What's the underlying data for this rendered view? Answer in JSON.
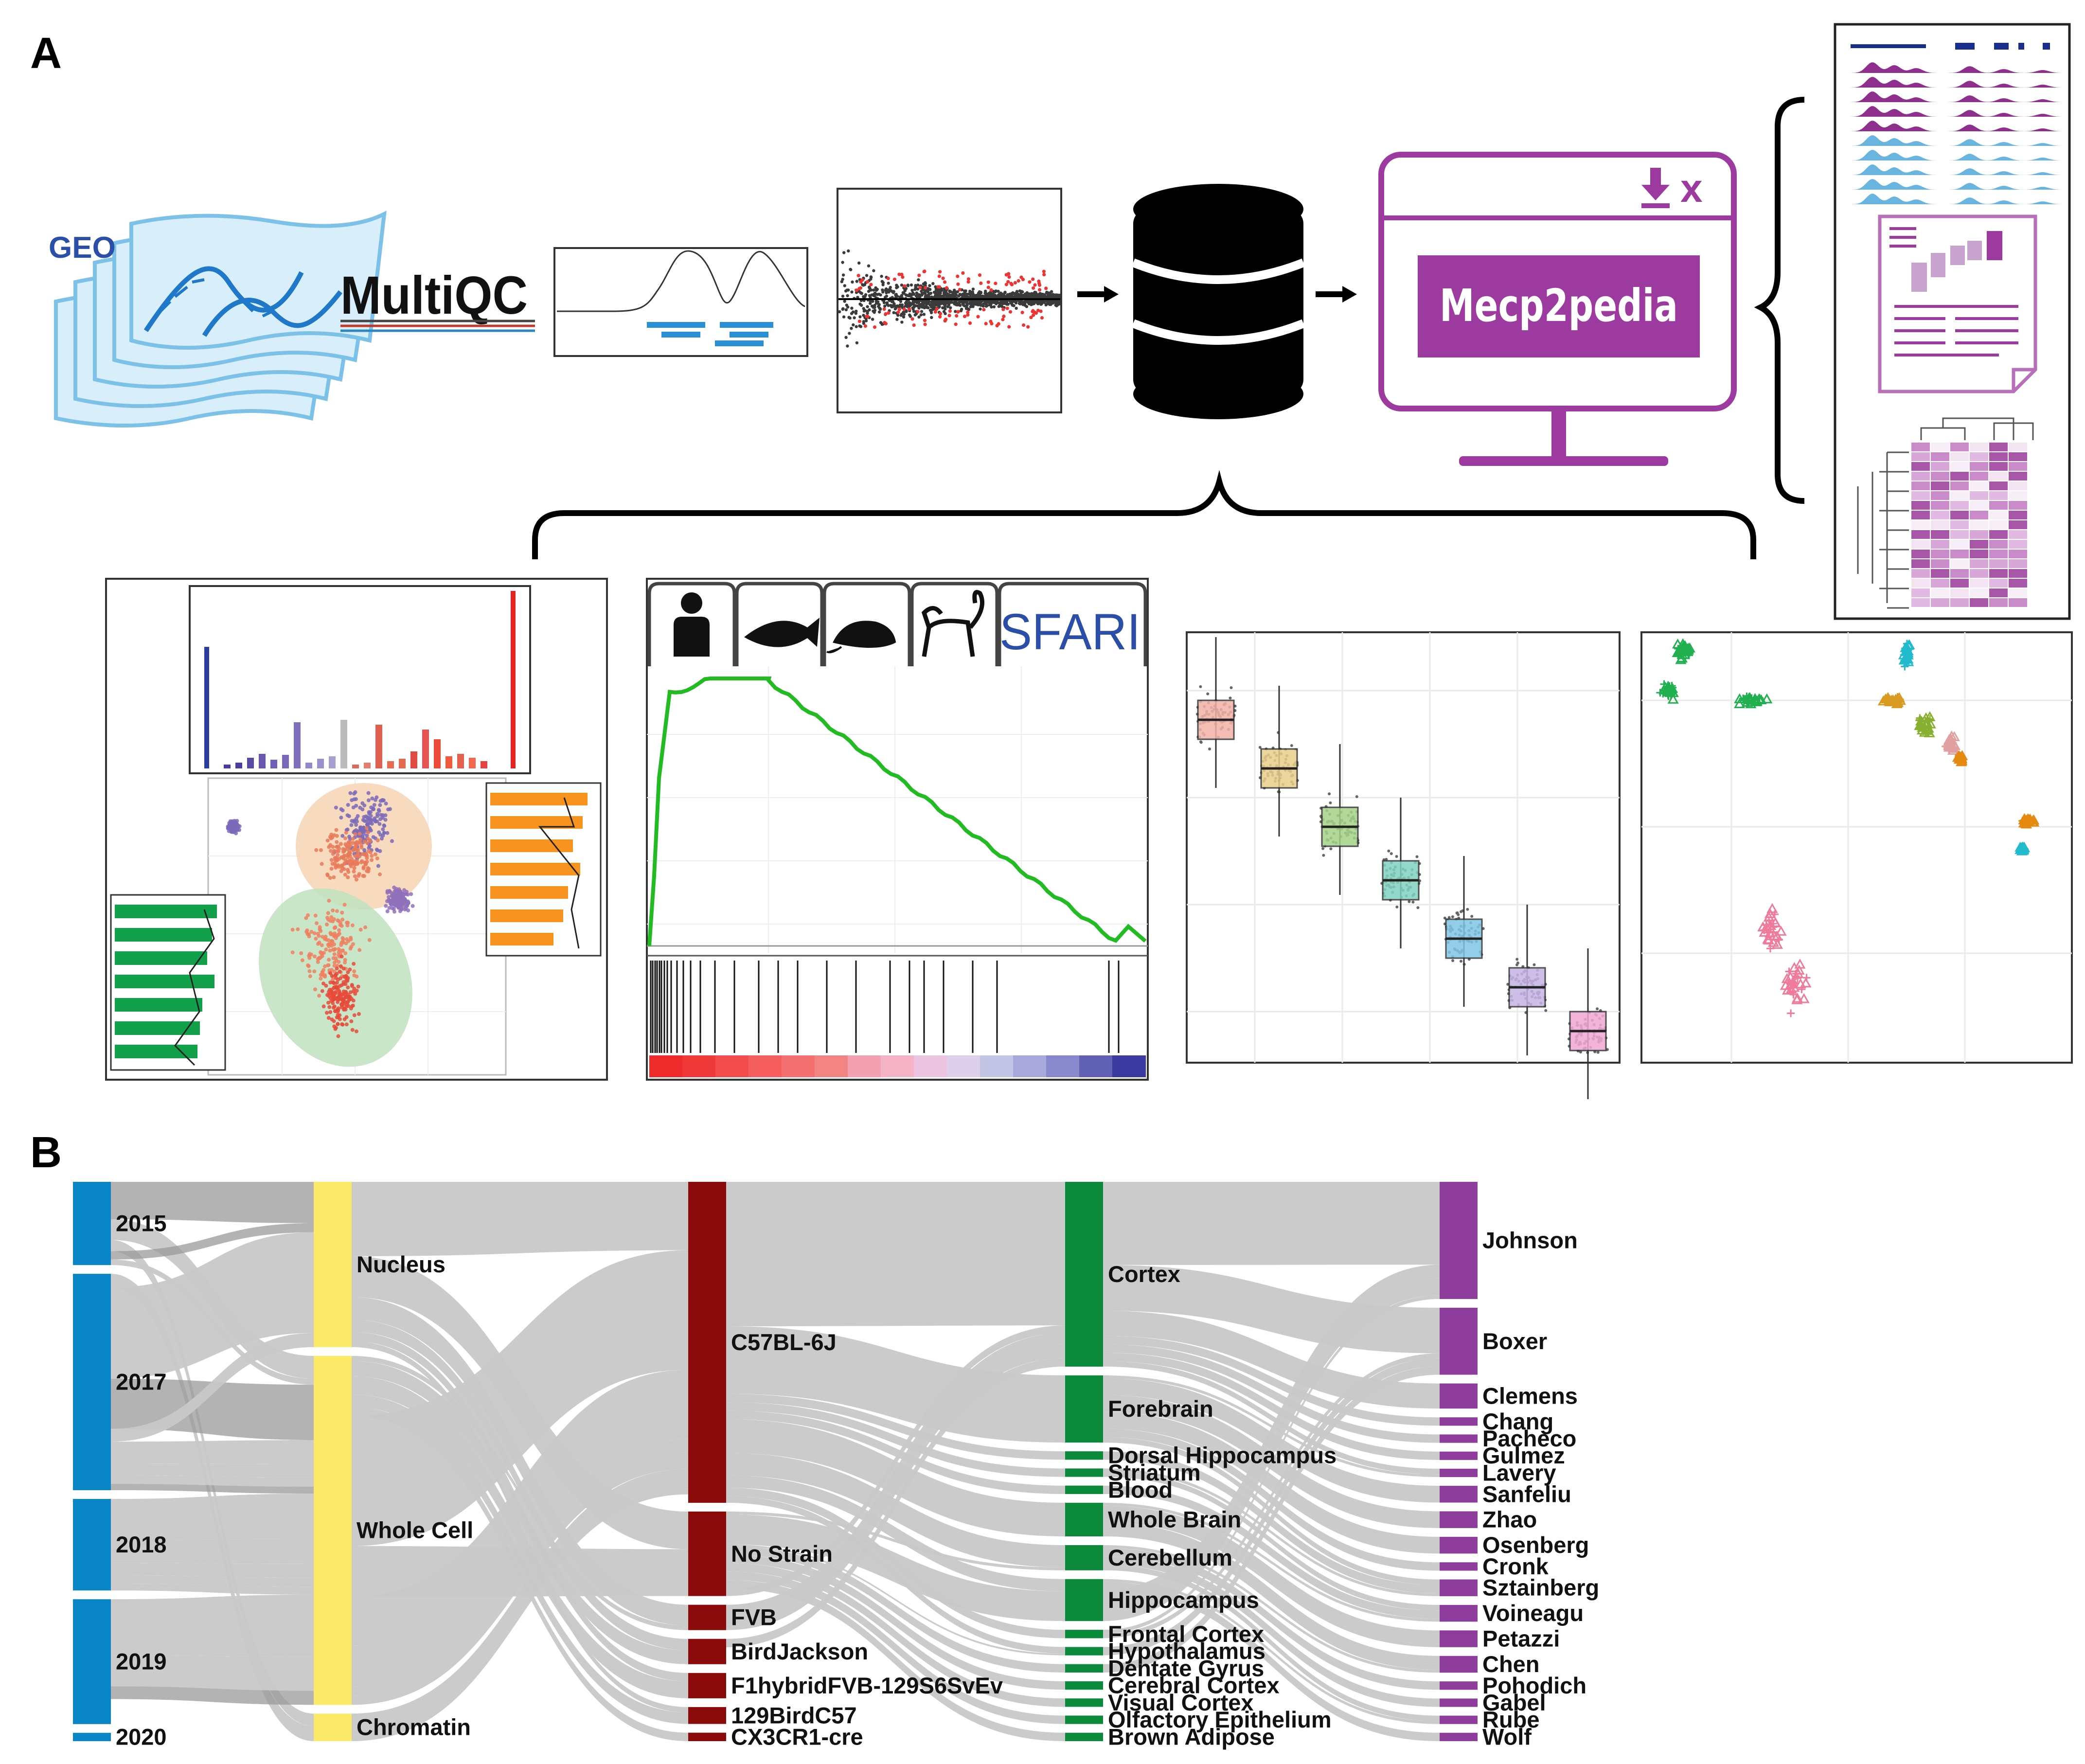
{
  "panels": {
    "a": "A",
    "b": "B"
  },
  "panel_a": {
    "geo_label": "GEO",
    "multiqc_label": "MultiQC",
    "app_label": "Mecp2pedia",
    "sfari_label": "SFARI",
    "colors": {
      "app_purple": "#9c3aa0",
      "geo_blue": "#1f5fad",
      "gsea_green": "#22bb22"
    }
  },
  "sankey": {
    "link_color": "#c8c8c8",
    "highlight_color": "#9a9a9a",
    "columns": [
      {
        "color": "#0a86c6",
        "nodes": [
          {
            "id": "y2015",
            "label": "2015",
            "value": 10
          },
          {
            "id": "y2017",
            "label": "2017",
            "value": 26
          },
          {
            "id": "y2018",
            "label": "2018",
            "value": 11
          },
          {
            "id": "y2019",
            "label": "2019",
            "value": 15
          },
          {
            "id": "y2020",
            "label": "2020",
            "value": 1
          }
        ]
      },
      {
        "color": "#fde968",
        "nodes": [
          {
            "id": "nucleus",
            "label": "Nucleus",
            "value": 18
          },
          {
            "id": "wholecell",
            "label": "Whole Cell",
            "value": 38
          },
          {
            "id": "chromatin",
            "label": "Chromatin",
            "value": 3
          }
        ]
      },
      {
        "color": "#8b0a0a",
        "nodes": [
          {
            "id": "c57",
            "label": "C57BL-6J",
            "value": 38
          },
          {
            "id": "nostrain",
            "label": "No Strain",
            "value": 10
          },
          {
            "id": "fvb",
            "label": "FVB",
            "value": 3
          },
          {
            "id": "birdjackson",
            "label": "BirdJackson",
            "value": 3
          },
          {
            "id": "f1hybrid",
            "label": "F1hybridFVB-129S6SvEv",
            "value": 3
          },
          {
            "id": "bird129",
            "label": "129BirdC57",
            "value": 2
          },
          {
            "id": "cx3cr1",
            "label": "CX3CR1-cre",
            "value": 1
          }
        ]
      },
      {
        "color": "#0a8a3a",
        "nodes": [
          {
            "id": "cortex",
            "label": "Cortex",
            "value": 22
          },
          {
            "id": "forebrain",
            "label": "Forebrain",
            "value": 8
          },
          {
            "id": "dorsalhip",
            "label": "Dorsal Hippocampus",
            "value": 1
          },
          {
            "id": "striatum",
            "label": "Striatum",
            "value": 1
          },
          {
            "id": "blood",
            "label": "Blood",
            "value": 1
          },
          {
            "id": "wholebrain",
            "label": "Whole Brain",
            "value": 4
          },
          {
            "id": "cerebellum",
            "label": "Cerebellum",
            "value": 3
          },
          {
            "id": "hippocampus",
            "label": "Hippocampus",
            "value": 5
          },
          {
            "id": "frontal",
            "label": "Frontal Cortex",
            "value": 1
          },
          {
            "id": "hypothalamus",
            "label": "Hypothalamus",
            "value": 1
          },
          {
            "id": "dentate",
            "label": "Dentate Gyrus",
            "value": 1
          },
          {
            "id": "cerebral",
            "label": "Cerebral Cortex",
            "value": 1
          },
          {
            "id": "visual",
            "label": "Visual Cortex",
            "value": 1
          },
          {
            "id": "olfactory",
            "label": "Olfactory Epithelium",
            "value": 1
          },
          {
            "id": "brown",
            "label": "Brown Adipose",
            "value": 1
          }
        ]
      },
      {
        "color": "#8e3d9c",
        "nodes": [
          {
            "id": "johnson",
            "label": "Johnson",
            "value": 14
          },
          {
            "id": "boxer",
            "label": "Boxer",
            "value": 8
          },
          {
            "id": "clemens",
            "label": "Clemens",
            "value": 3
          },
          {
            "id": "chang",
            "label": "Chang",
            "value": 1
          },
          {
            "id": "pacheco",
            "label": "Pacheco",
            "value": 1
          },
          {
            "id": "gulmez",
            "label": "Gulmez",
            "value": 1
          },
          {
            "id": "lavery",
            "label": "Lavery",
            "value": 1
          },
          {
            "id": "sanfeliu",
            "label": "Sanfeliu",
            "value": 2
          },
          {
            "id": "zhao",
            "label": "Zhao",
            "value": 2
          },
          {
            "id": "osenberg",
            "label": "Osenberg",
            "value": 2
          },
          {
            "id": "cronk",
            "label": "Cronk",
            "value": 1
          },
          {
            "id": "sztainberg",
            "label": "Sztainberg",
            "value": 2
          },
          {
            "id": "voineagu",
            "label": "Voineagu",
            "value": 2
          },
          {
            "id": "petazzi",
            "label": "Petazzi",
            "value": 2
          },
          {
            "id": "chen",
            "label": "Chen",
            "value": 2
          },
          {
            "id": "pohodich",
            "label": "Pohodich",
            "value": 1
          },
          {
            "id": "gabel",
            "label": "Gabel",
            "value": 1
          },
          {
            "id": "rube",
            "label": "Rube",
            "value": 1
          },
          {
            "id": "wolf",
            "label": "Wolf",
            "value": 1
          }
        ]
      }
    ]
  }
}
